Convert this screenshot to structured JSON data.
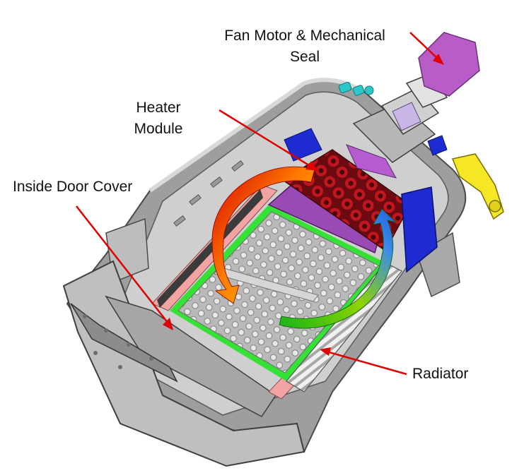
{
  "labels": {
    "fan_motor_line1": "Fan Motor & Mechanical",
    "fan_motor_line2": "Seal",
    "heater_line1": "Heater",
    "heater_line2": "Module",
    "inside_door_cover": "Inside Door Cover",
    "radiator": "Radiator"
  },
  "colors": {
    "pointer_arrow": "#e00000",
    "chamber_gray": "#c9c9c9",
    "chamber_dark": "#8d8d8d",
    "heater_red": "#b8141e",
    "frame_purple": "#9a4ab5",
    "fan_motor_purple": "#b85cc8",
    "panel_green": "#35e135",
    "panel_pink": "#f4a3a3",
    "motor_blue": "#1e2bd0",
    "yellow_part": "#f5e626",
    "cyan_part": "#2ec7c9",
    "flow_arrow_start": "#d40000",
    "flow_arrow_mid": "#ffd400",
    "flow_arrow_end": "#10b010",
    "flow_arrow_blue": "#1f6fe0"
  }
}
